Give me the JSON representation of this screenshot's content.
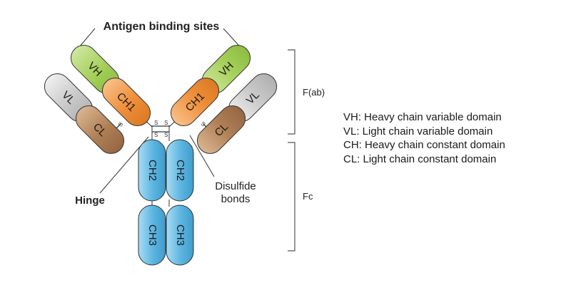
{
  "labels": {
    "antigen_binding_sites": "Antigen binding sites",
    "hinge": "Hinge",
    "disulfide_line1": "Disulfide",
    "disulfide_line2": "bonds",
    "fab": "F(ab)",
    "fc": "Fc",
    "s": "S"
  },
  "domains": {
    "vh": "VH",
    "vl": "VL",
    "ch1": "CH1",
    "cl": "CL",
    "ch2": "CH2",
    "ch3": "CH3"
  },
  "legend": [
    "VH: Heavy chain variable domain",
    "VL: Light chain variable domain",
    "CH: Heavy chain constant domain",
    "CL: Light chain constant domain"
  ],
  "colors": {
    "vh_fill": "#a6d05a",
    "vh_light": "#cfe7a0",
    "vl_fill": "#c9c9c9",
    "vl_light": "#ececec",
    "ch1_fill": "#ef8f3a",
    "ch1_light": "#f8c08a",
    "cl_fill": "#b07f55",
    "cl_light": "#d8b590",
    "ch_fill": "#5bb4e0",
    "ch_light": "#a8dcf4",
    "stroke": "#333333"
  }
}
